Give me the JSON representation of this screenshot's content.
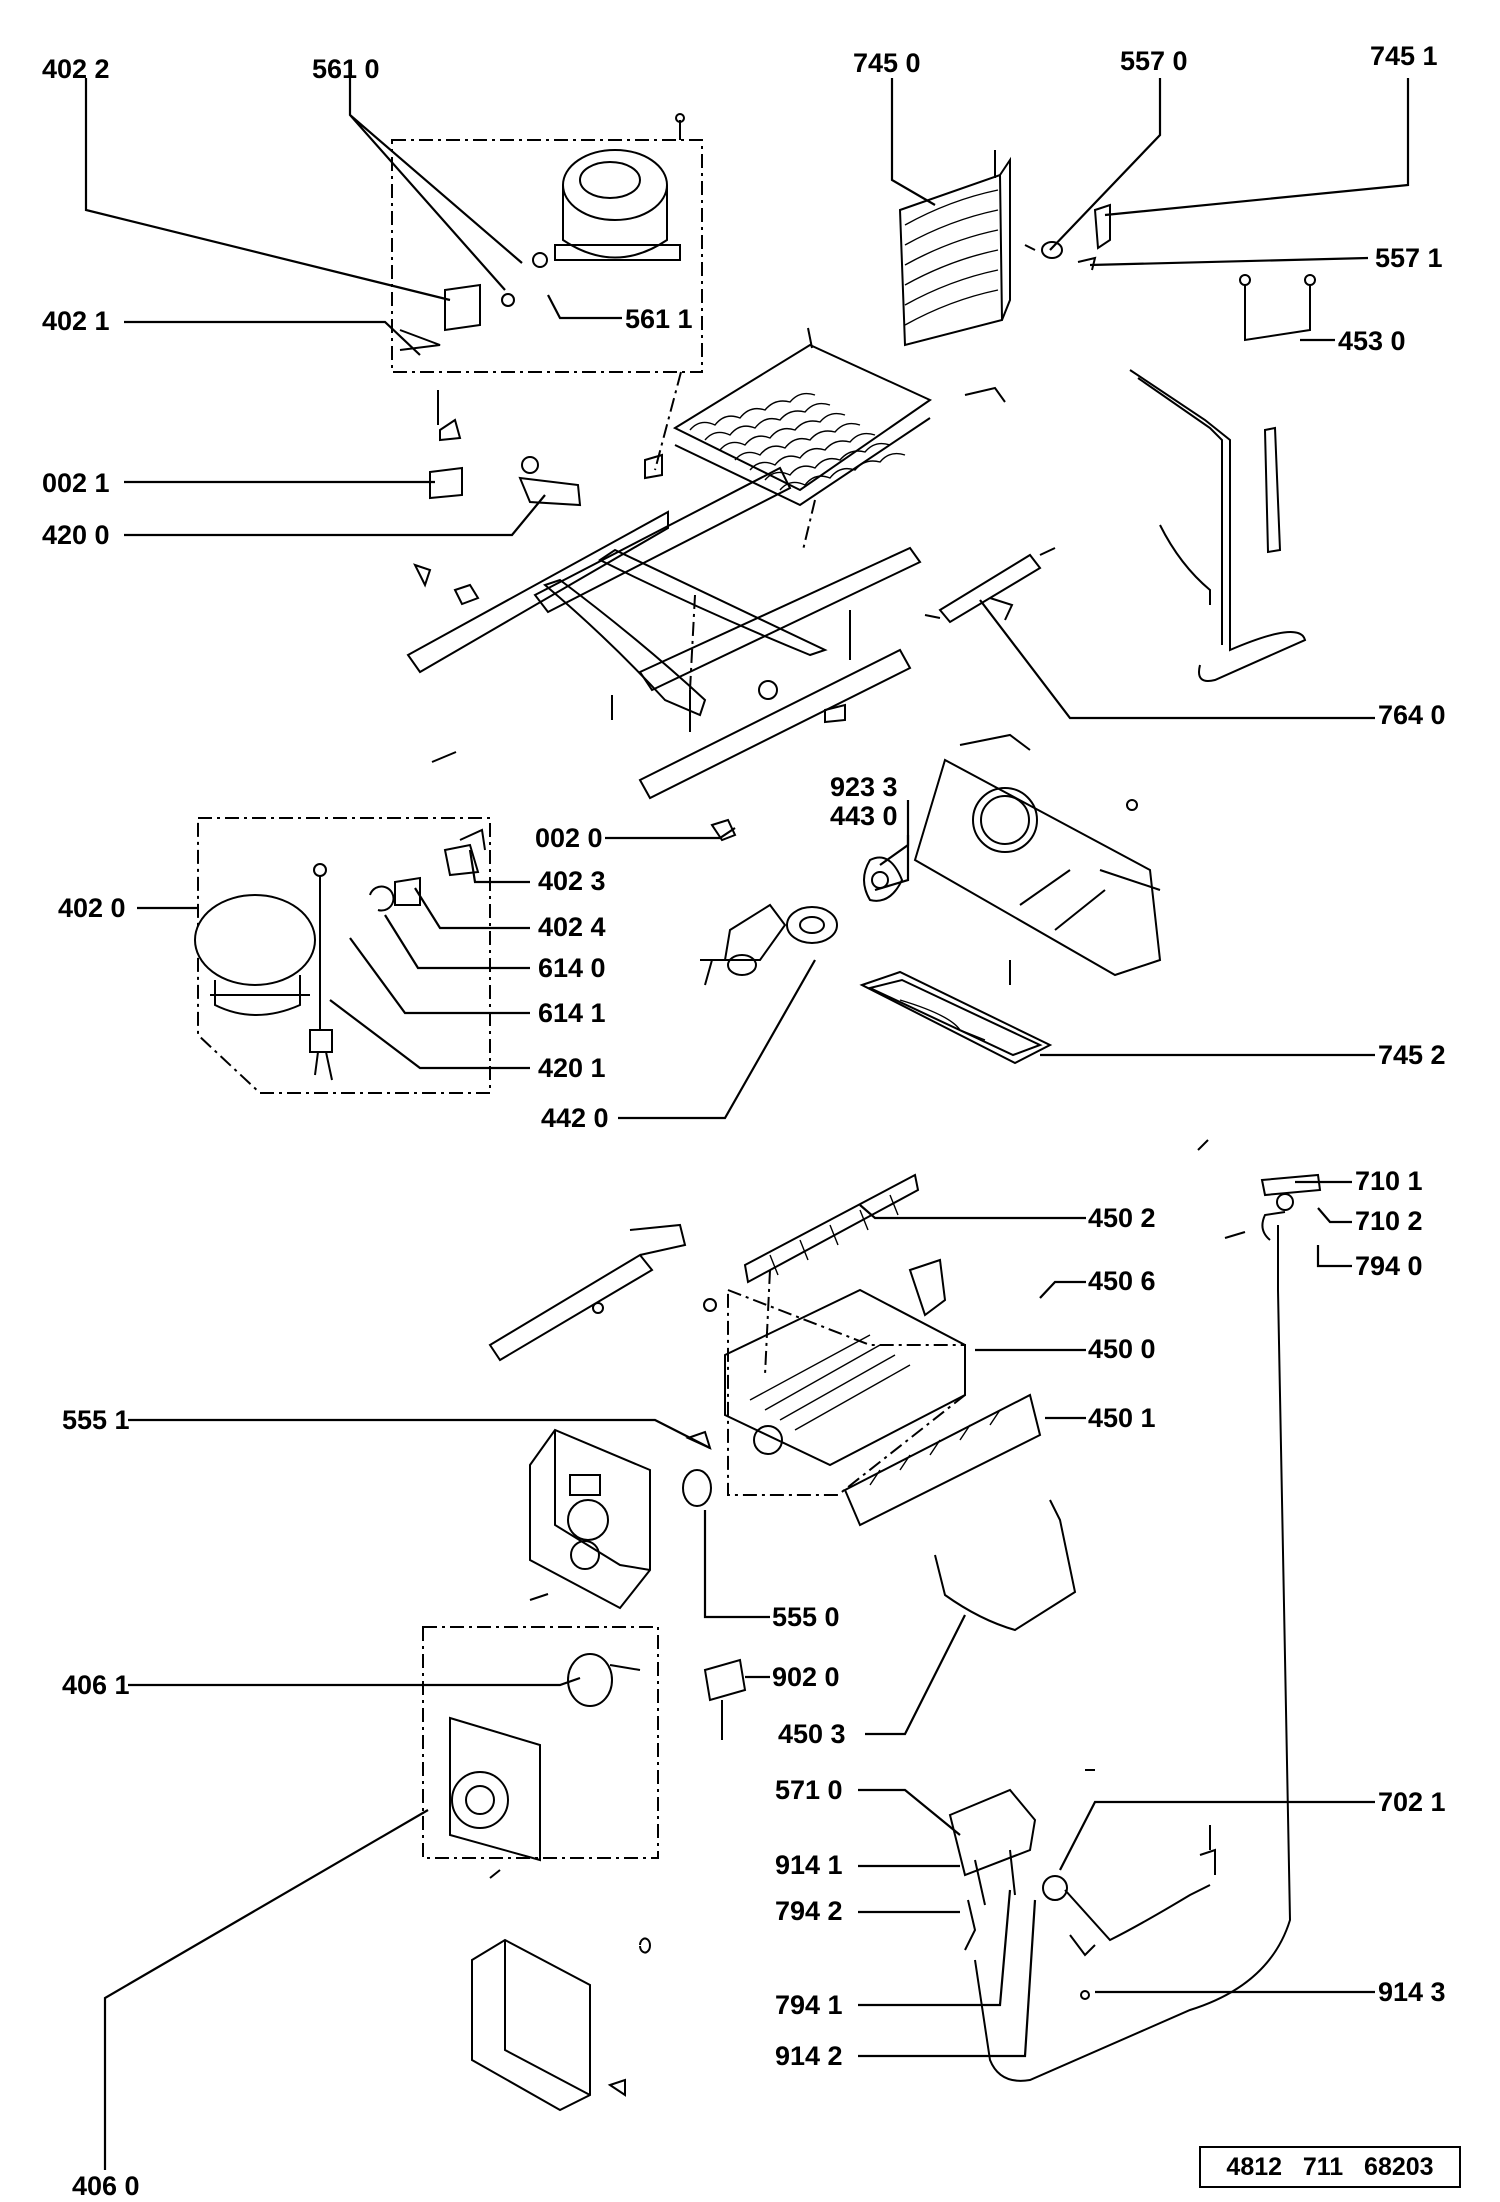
{
  "labels": [
    {
      "id": "4022",
      "text": "402 2"
    },
    {
      "id": "5610",
      "text": "561 0"
    },
    {
      "id": "7450",
      "text": "745  0"
    },
    {
      "id": "5570",
      "text": "557 0"
    },
    {
      "id": "7451",
      "text": "745 1"
    },
    {
      "id": "5571",
      "text": "557 1"
    },
    {
      "id": "4021",
      "text": "402 1"
    },
    {
      "id": "5611",
      "text": "561 1"
    },
    {
      "id": "4530",
      "text": "453 0"
    },
    {
      "id": "0021",
      "text": "002 1"
    },
    {
      "id": "4200",
      "text": "420 0"
    },
    {
      "id": "7640",
      "text": "764 0"
    },
    {
      "id": "9233",
      "text": "923 3"
    },
    {
      "id": "4430",
      "text": "443 0"
    },
    {
      "id": "0020",
      "text": "002 0"
    },
    {
      "id": "4020",
      "text": "402 0"
    },
    {
      "id": "4023",
      "text": "402 3"
    },
    {
      "id": "4024",
      "text": "402 4"
    },
    {
      "id": "6140",
      "text": "614 0"
    },
    {
      "id": "6141",
      "text": "614 1"
    },
    {
      "id": "4201",
      "text": "420 1"
    },
    {
      "id": "7452",
      "text": "745 2"
    },
    {
      "id": "4420",
      "text": "442 0"
    },
    {
      "id": "7101",
      "text": "710 1"
    },
    {
      "id": "7102",
      "text": "710 2"
    },
    {
      "id": "4502",
      "text": "450 2"
    },
    {
      "id": "7940",
      "text": "794 0"
    },
    {
      "id": "4506",
      "text": "450 6"
    },
    {
      "id": "4500",
      "text": "450 0"
    },
    {
      "id": "5551",
      "text": "555 1"
    },
    {
      "id": "4501",
      "text": "450 1"
    },
    {
      "id": "5550",
      "text": "555 0"
    },
    {
      "id": "4061",
      "text": "406 1"
    },
    {
      "id": "9020",
      "text": "902 0"
    },
    {
      "id": "4503",
      "text": "450 3"
    },
    {
      "id": "5710",
      "text": "571 0"
    },
    {
      "id": "7021",
      "text": "702 1"
    },
    {
      "id": "9141",
      "text": "914 1"
    },
    {
      "id": "7942",
      "text": "794 2"
    },
    {
      "id": "9143",
      "text": "914 3"
    },
    {
      "id": "7941",
      "text": "794 1"
    },
    {
      "id": "9142",
      "text": "914 2"
    },
    {
      "id": "4060",
      "text": "406 0"
    }
  ],
  "document_number": "4812   711   68203"
}
